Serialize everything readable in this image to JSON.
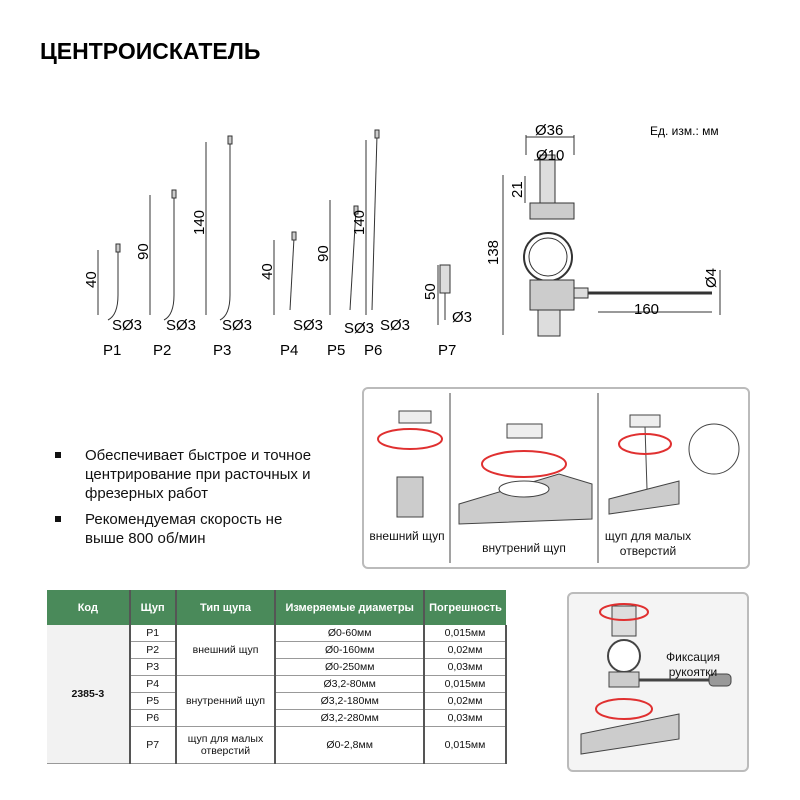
{
  "title": "ЦЕНТРОИСКАТЕЛЬ",
  "unit_note": "Ед. изм.: мм",
  "probes": [
    {
      "label": "P1",
      "length": "40",
      "tip": "SØ3"
    },
    {
      "label": "P2",
      "length": "90",
      "tip": "SØ3"
    },
    {
      "label": "P3",
      "length": "140",
      "tip": "SØ3"
    },
    {
      "label": "P4",
      "length": "40",
      "tip": "SØ3"
    },
    {
      "label": "P5",
      "length": "90",
      "tip": "SØ3"
    },
    {
      "label": "P6",
      "length": "140",
      "tip": "SØ3"
    },
    {
      "label": "P7",
      "length": "50",
      "tip": "Ø3"
    }
  ],
  "dims": {
    "d36": "Ø36",
    "d10": "Ø10",
    "h21": "21",
    "h138": "138",
    "l160": "160",
    "d4": "Ø4"
  },
  "bullets": [
    "Обеспечивает быстрое и точное центрирование при расточных и фрезерных работ",
    "Рекомендуемая скорость не выше 800 об/мин"
  ],
  "usage": {
    "outer": "внешний щуп",
    "inner": "внутрений щуп",
    "small": "щуп для малых отверстий"
  },
  "fix_label": "Фиксация рукоятки",
  "table": {
    "headers": [
      "Код",
      "Щуп",
      "Тип щупа",
      "Измеряемые диаметры",
      "Погрешность"
    ],
    "code": "2385-3",
    "types": [
      "внешний щуп",
      "внутренний щуп",
      "щуп для малых отверстий"
    ],
    "rows": [
      {
        "probe": "P1",
        "range": "Ø0-60мм",
        "error": "0,015мм"
      },
      {
        "probe": "P2",
        "range": "Ø0-160мм",
        "error": "0,02мм"
      },
      {
        "probe": "P3",
        "range": "Ø0-250мм",
        "error": "0,03мм"
      },
      {
        "probe": "P4",
        "range": "Ø3,2-80мм",
        "error": "0,015мм"
      },
      {
        "probe": "P5",
        "range": "Ø3,2-180мм",
        "error": "0,02мм"
      },
      {
        "probe": "P6",
        "range": "Ø3,2-280мм",
        "error": "0,03мм"
      },
      {
        "probe": "P7",
        "range": "Ø0-2,8мм",
        "error": "0,015мм"
      }
    ]
  },
  "colors": {
    "header_green": "#4a8a5a",
    "rotation_red": "#e03030"
  }
}
